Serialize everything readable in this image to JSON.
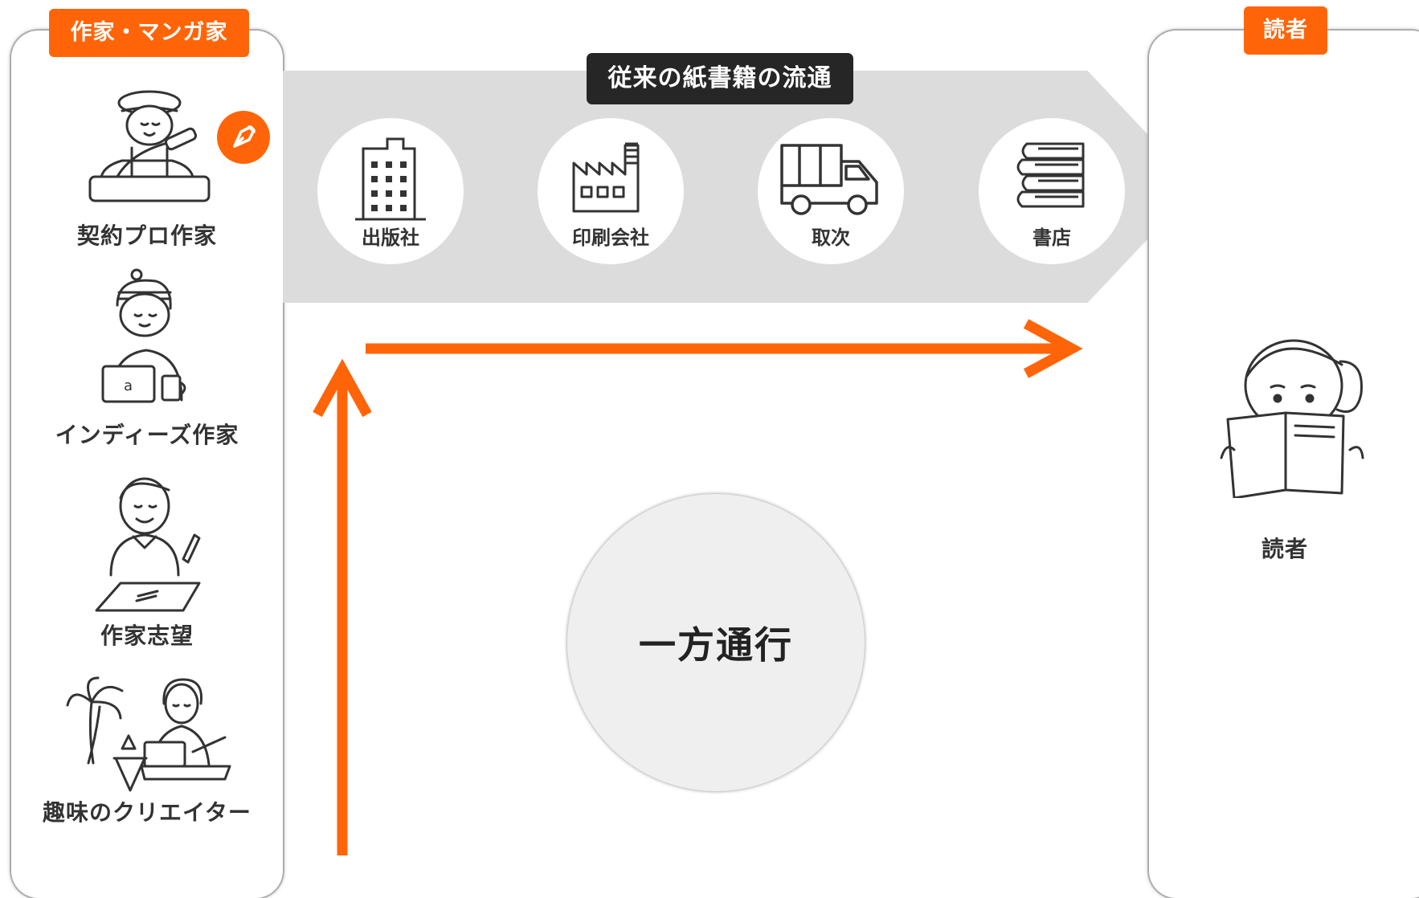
{
  "title": "従来の紙書籍の流通",
  "writers": {
    "tag": "作家・マンガ家",
    "items": [
      {
        "label": "契約プロ作家",
        "badge_icon": "pen-nib-icon"
      },
      {
        "label": "インディーズ作家"
      },
      {
        "label": "作家志望"
      },
      {
        "label": "趣味のクリエイター"
      }
    ]
  },
  "flow": {
    "nodes": [
      {
        "label": "出版社",
        "icon": "office-building-icon"
      },
      {
        "label": "印刷会社",
        "icon": "factory-icon"
      },
      {
        "label": "取次",
        "icon": "truck-icon"
      },
      {
        "label": "書店",
        "icon": "book-stack-icon"
      }
    ]
  },
  "center": {
    "text": "一方通行"
  },
  "readers": {
    "tag": "読者",
    "label": "読者"
  },
  "colors": {
    "accent": "#ff6508",
    "band": "#dcdcdc",
    "dark": "#262626"
  }
}
